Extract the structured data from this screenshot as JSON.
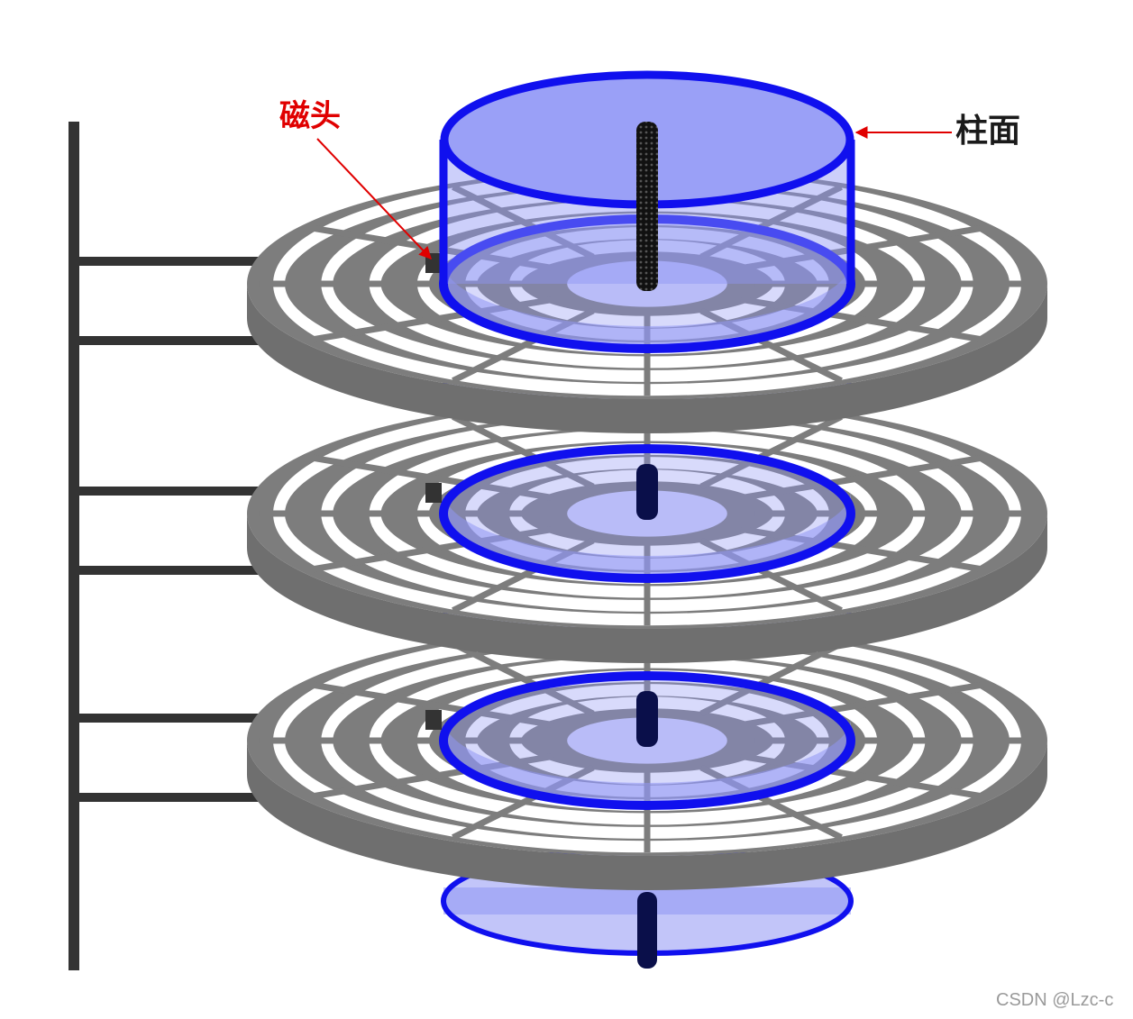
{
  "labels": {
    "head": "磁头",
    "cylinder": "柱面"
  },
  "watermark": "CSDN @Lzc-c",
  "platter_count": 3,
  "colors": {
    "platter_gray": "#7d7d7d",
    "cylinder_blue": "#1010ee",
    "cylinder_fill": "#8f95f4",
    "spindle": "#0a0f4a",
    "arm": "#333333",
    "label_red": "#e00000"
  }
}
